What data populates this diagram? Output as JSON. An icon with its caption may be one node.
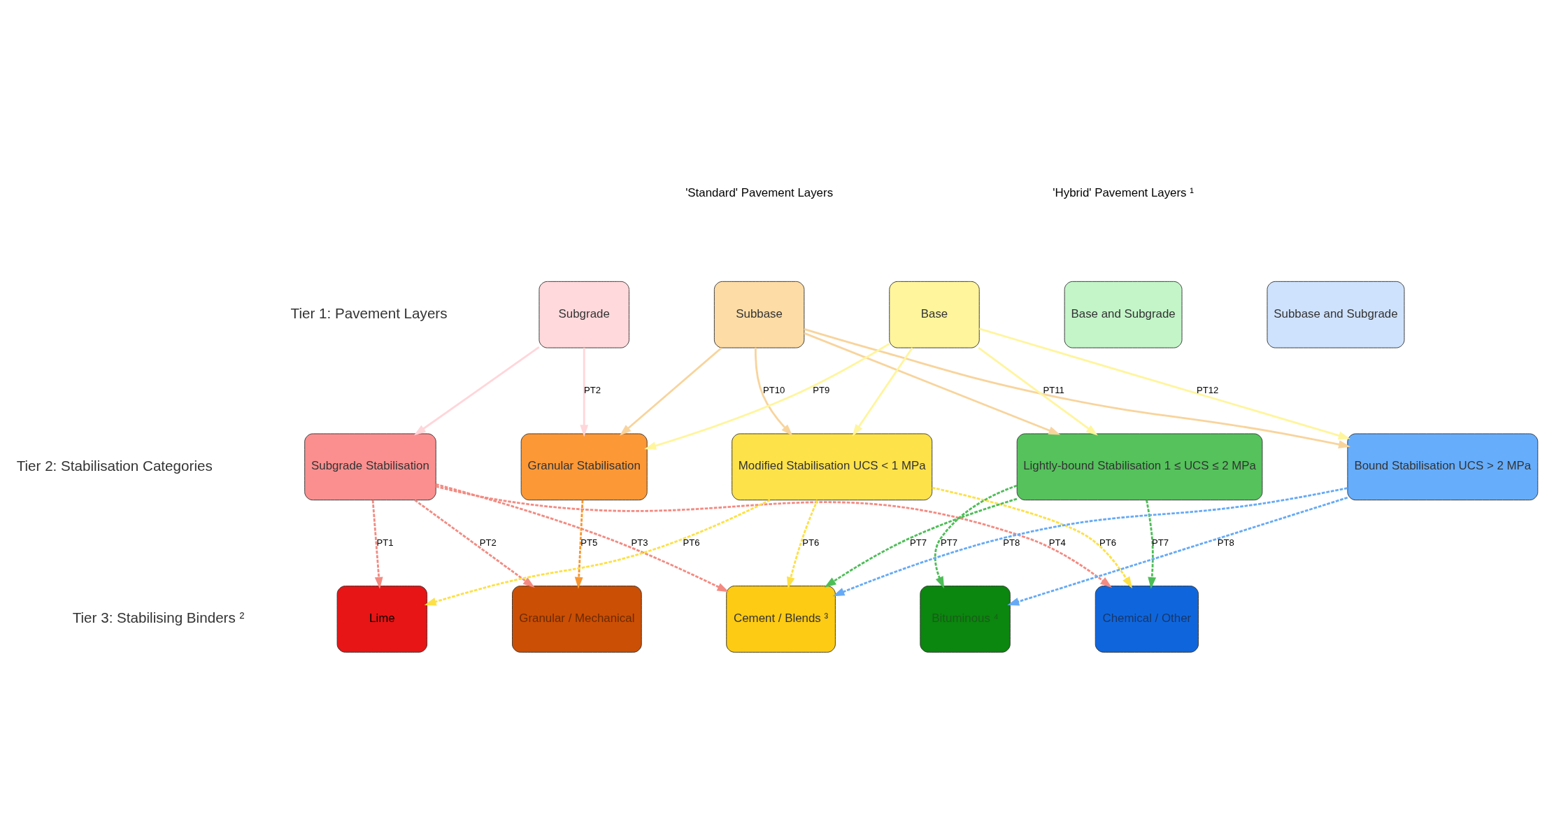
{
  "diagram": {
    "nodes": [
      {
        "text": [
          "Subgrade"
        ]
      },
      {
        "text": [
          "Subbase"
        ]
      },
      {
        "text": [
          "Base"
        ]
      },
      {
        "text": [
          "Base and Subgrade"
        ]
      },
      {
        "text": [
          "Subbase and Subgrade"
        ]
      },
      {
        "text": [
          "Subgrade Stabilisation"
        ]
      },
      {
        "text": [
          "Granular Stabilisation"
        ]
      },
      {
        "text": [
          "Modified Stabilisation UCS < 1 MPa"
        ]
      },
      {
        "text": [
          "Lightly-bound Stabilisation 1 ≤ UCS ≤ 2 MPa"
        ]
      },
      {
        "text": [
          "Bound Stabilisation UCS > 2 MPa"
        ]
      },
      {
        "text": [
          "Lime"
        ]
      },
      {
        "text": [
          "Granular / Mechanical"
        ]
      },
      {
        "text": [
          "Cement / Blends ³"
        ]
      },
      {
        "text": [
          "Bituminous ⁴"
        ]
      },
      {
        "text": [
          "Chemical / Other"
        ]
      }
    ],
    "edges": [
      {
        "from": 0,
        "to": 5,
        "arrow": "to",
        "color": "#ffd6da"
      },
      {
        "from": 0,
        "to": 6,
        "arrow": "to",
        "label": "PT2",
        "color": "#ffd6da"
      },
      {
        "from": 1,
        "to": 6,
        "arrow": "to",
        "color": "#f8d49c"
      },
      {
        "from": 1,
        "to": 7,
        "arrow": "to",
        "label": "PT10",
        "color": "#f8d49c"
      },
      {
        "from": 1,
        "to": 8,
        "arrow": "to",
        "color": "#f8d49c"
      },
      {
        "from": 1,
        "to": 9,
        "arrow": "to",
        "color": "#f8d49c"
      },
      {
        "from": 2,
        "to": 6,
        "arrow": "to",
        "label": "PT9",
        "color": "#fff59d"
      },
      {
        "from": 2,
        "to": 7,
        "arrow": "to",
        "color": "#fff59d"
      },
      {
        "from": 2,
        "to": 8,
        "arrow": "to",
        "label": "PT11",
        "color": "#fff59d"
      },
      {
        "from": 2,
        "to": 9,
        "arrow": "to",
        "label": "PT12",
        "color": "#fff59d"
      },
      {
        "from": 5,
        "to": 10,
        "arrow": "to",
        "label": "PT1",
        "style": "dashed",
        "color": "#f28b82"
      },
      {
        "from": 5,
        "to": 11,
        "arrow": "to",
        "label": "PT2",
        "style": "dashed",
        "color": "#f28b82"
      },
      {
        "from": 5,
        "to": 12,
        "arrow": "to",
        "label": "PT3",
        "style": "dashed",
        "color": "#f28b82"
      },
      {
        "from": 5,
        "to": 14,
        "arrow": "to",
        "label": "PT4",
        "style": "dashed",
        "color": "#f28b82"
      },
      {
        "from": 6,
        "to": 11,
        "arrow": "to",
        "label": "PT5",
        "style": "dashed",
        "color": "#f7962f"
      },
      {
        "from": 7,
        "to": 10,
        "arrow": "to",
        "label": "PT6",
        "style": "dashed",
        "color": "#fde047"
      },
      {
        "from": 7,
        "to": 12,
        "arrow": "to",
        "label": "PT6",
        "style": "dashed",
        "color": "#fde047"
      },
      {
        "from": 7,
        "to": 14,
        "arrow": "to",
        "label": "PT6",
        "style": "dashed",
        "color": "#fde047"
      },
      {
        "from": 8,
        "to": 12,
        "arrow": "to",
        "label": "PT7",
        "style": "dashed",
        "color": "#4dbd57"
      },
      {
        "from": 8,
        "to": 13,
        "arrow": "to",
        "label": "PT7",
        "style": "dashed",
        "color": "#4dbd57"
      },
      {
        "from": 8,
        "to": 14,
        "arrow": "to",
        "label": "PT7",
        "style": "dashed",
        "color": "#4dbd57"
      },
      {
        "from": 9,
        "to": 12,
        "arrow": "to",
        "label": "PT8",
        "style": "dashed",
        "color": "#66aaf5"
      },
      {
        "from": 9,
        "to": 13,
        "arrow": "to",
        "label": "PT8",
        "style": "dashed",
        "color": "#66aaf5"
      }
    ],
    "labels": [
      "'Standard' Pavement Layers",
      "'Hybrid' Pavement Layers ¹",
      "Tier 1: Pavement Layers",
      "Tier 2: Stabilisation Categories",
      "Tier 3: Stabilising Binders ²"
    ]
  }
}
